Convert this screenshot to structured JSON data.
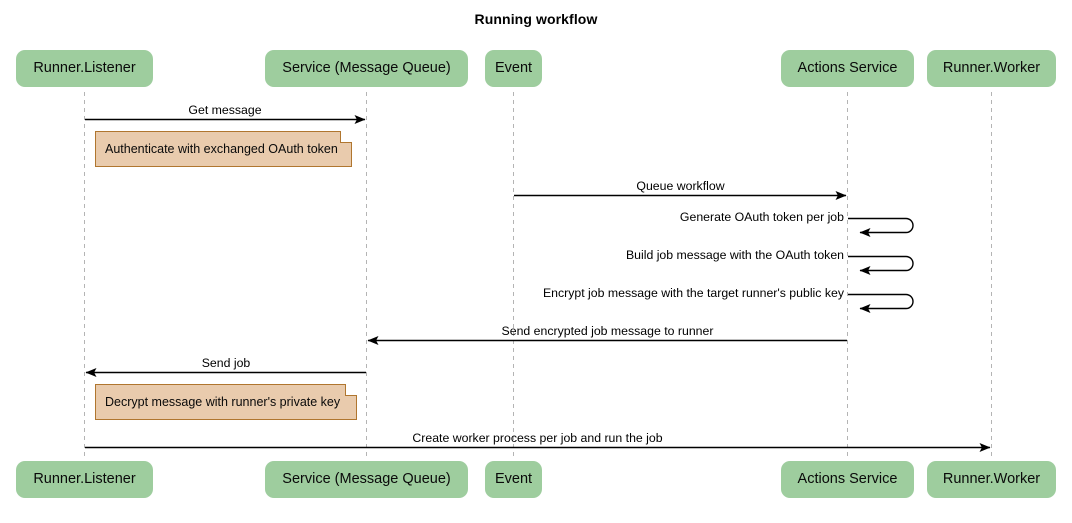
{
  "title": "Running workflow",
  "theme": {
    "background": "#ffffff",
    "participant_fill": "#9ecd9e",
    "note_fill": "#e9cbad",
    "note_border": "#b0762f",
    "line_color": "#000000",
    "lifeline_color": "#b4b4b4",
    "text_color": "#000000"
  },
  "participants": [
    {
      "id": "runner-listener",
      "label": "Runner.Listener"
    },
    {
      "id": "service-message-queue",
      "label": "Service (Message Queue)"
    },
    {
      "id": "event",
      "label": "Event"
    },
    {
      "id": "actions-service",
      "label": "Actions Service"
    },
    {
      "id": "runner-worker",
      "label": "Runner.Worker"
    }
  ],
  "messages": [
    {
      "id": "get-message",
      "label": "Get message",
      "from": "runner-listener",
      "to": "service-message-queue",
      "direction": "right",
      "kind": "call"
    },
    {
      "id": "queue-workflow",
      "label": "Queue workflow",
      "from": "event",
      "to": "actions-service",
      "direction": "right",
      "kind": "call"
    },
    {
      "id": "generate-oauth-token-per-job",
      "label": "Generate OAuth token per job",
      "from": "actions-service",
      "to": "actions-service",
      "direction": "self",
      "kind": "self"
    },
    {
      "id": "build-job-message-with-the-oauth-token",
      "label": "Build job message with the OAuth token",
      "from": "actions-service",
      "to": "actions-service",
      "direction": "self",
      "kind": "self"
    },
    {
      "id": "encrypt-job-message-with-the-target-runners-public-key",
      "label": "Encrypt job message with the target runner's public key",
      "from": "actions-service",
      "to": "actions-service",
      "direction": "self",
      "kind": "self"
    },
    {
      "id": "send-encrypted-job-message-to-runner",
      "label": "Send encrypted job message to runner",
      "from": "actions-service",
      "to": "service-message-queue",
      "direction": "left",
      "kind": "call"
    },
    {
      "id": "send-job",
      "label": "Send job",
      "from": "service-message-queue",
      "to": "runner-listener",
      "direction": "left",
      "kind": "call"
    },
    {
      "id": "create-worker-process-per-job-and-run-the-job",
      "label": "Create worker process per job and run the job",
      "from": "runner-listener",
      "to": "runner-worker",
      "direction": "right",
      "kind": "call"
    }
  ],
  "notes": [
    {
      "id": "note-authenticate",
      "label": "Authenticate with exchanged OAuth token",
      "over": "runner-listener"
    },
    {
      "id": "note-decrypt",
      "label": "Decrypt message with runner's private key",
      "over": "runner-listener"
    }
  ]
}
